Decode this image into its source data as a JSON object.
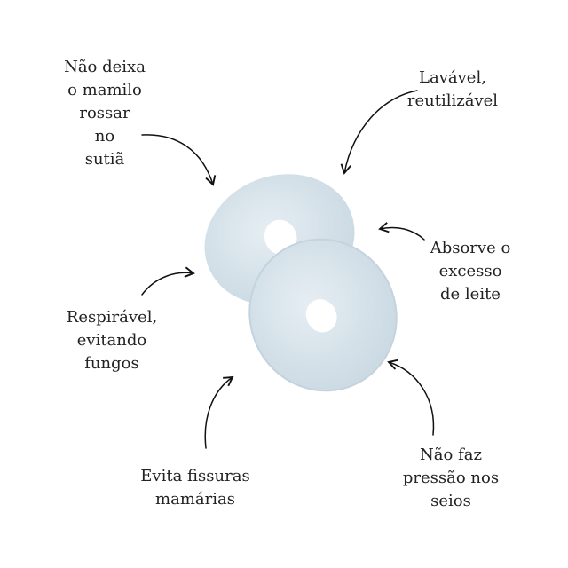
{
  "colors": {
    "product": "#d8e4ec",
    "text": "#222222",
    "arrow": "#111111"
  },
  "labels": {
    "nao_rossar": [
      "Não deixa",
      "o mamilo",
      "rossar",
      "no",
      "sutiã"
    ],
    "lavavel": [
      "Lavável,",
      "reutilizável"
    ],
    "absorve": [
      "Absorve o",
      "excesso",
      "de leite"
    ],
    "respiravel": [
      "Respirável,",
      "evitando",
      "fungos"
    ],
    "fissuras": [
      "Evita fissuras",
      "mamárias"
    ],
    "pressao": [
      "Não faz",
      "pressão nos",
      "seios"
    ]
  }
}
